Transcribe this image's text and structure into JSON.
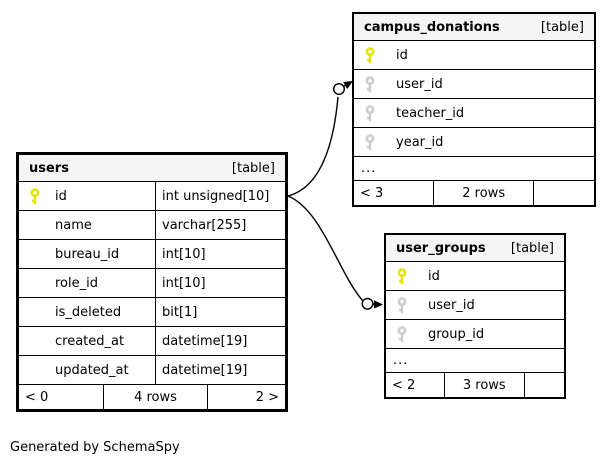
{
  "page": {
    "credit": "Generated by SchemaSpy"
  },
  "colors": {
    "primary_key_icon": "#e4e400",
    "foreign_key_icon": "#cccccc",
    "table_header_bg": "#f5f5f5",
    "border": "#000000",
    "background": "#ffffff"
  },
  "tables": [
    {
      "name": "campus_donations",
      "tag": "[table]",
      "columns": [
        {
          "name": "id",
          "key": "primary"
        },
        {
          "name": "user_id",
          "key": "foreign"
        },
        {
          "name": "teacher_id",
          "key": "foreign"
        },
        {
          "name": "year_id",
          "key": "foreign"
        }
      ],
      "ellipsis": "...",
      "footer": {
        "left": "< 3",
        "center": "2 rows",
        "right": ""
      }
    },
    {
      "name": "users",
      "tag": "[table]",
      "columns": [
        {
          "name": "id",
          "type": "int unsigned[10]",
          "key": "primary"
        },
        {
          "name": "name",
          "type": "varchar[255]"
        },
        {
          "name": "bureau_id",
          "type": "int[10]"
        },
        {
          "name": "role_id",
          "type": "int[10]"
        },
        {
          "name": "is_deleted",
          "type": "bit[1]"
        },
        {
          "name": "created_at",
          "type": "datetime[19]"
        },
        {
          "name": "updated_at",
          "type": "datetime[19]"
        }
      ],
      "footer": {
        "left": "< 0",
        "center": "4 rows",
        "right": "2 >"
      }
    },
    {
      "name": "user_groups",
      "tag": "[table]",
      "columns": [
        {
          "name": "id",
          "key": "primary"
        },
        {
          "name": "user_id",
          "key": "foreign"
        },
        {
          "name": "group_id",
          "key": "foreign"
        }
      ],
      "ellipsis": "...",
      "footer": {
        "left": "< 2",
        "center": "3 rows",
        "right": ""
      }
    }
  ],
  "relationships": [
    {
      "from_table": "users",
      "from_column": "id",
      "to_table": "campus_donations",
      "to_column": "user_id"
    },
    {
      "from_table": "users",
      "from_column": "id",
      "to_table": "user_groups",
      "to_column": "user_id"
    }
  ]
}
